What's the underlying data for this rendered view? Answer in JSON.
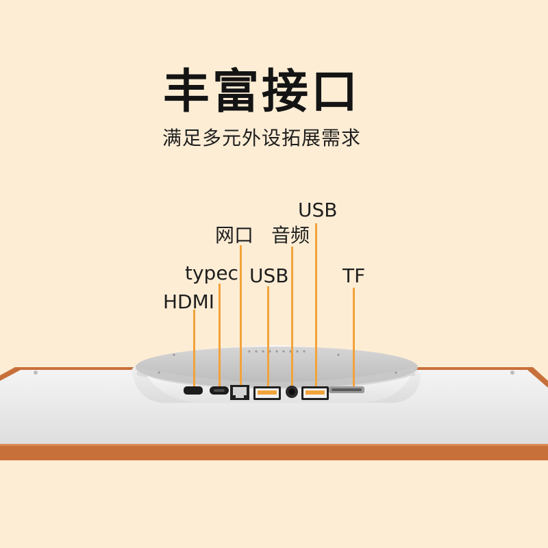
{
  "heading": "丰富接口",
  "subheading": "满足多元外设拓展需求",
  "ports": [
    {
      "name": "HDMI",
      "icon": "hdmi-port-icon"
    },
    {
      "name": "typec",
      "icon": "usb-c-port-icon"
    },
    {
      "name": "网口",
      "icon": "ethernet-port-icon"
    },
    {
      "name": "USB",
      "icon": "usb-a-port-icon"
    },
    {
      "name": "音频",
      "icon": "audio-jack-icon"
    },
    {
      "name": "USB",
      "icon": "usb-a-port-icon"
    },
    {
      "name": "TF",
      "icon": "tf-card-slot-icon"
    }
  ],
  "colors": {
    "background": "#fdedd5",
    "accent": "#f2a23a",
    "frame_edge": "#c8703a",
    "device_body": "#e6e6e6"
  }
}
